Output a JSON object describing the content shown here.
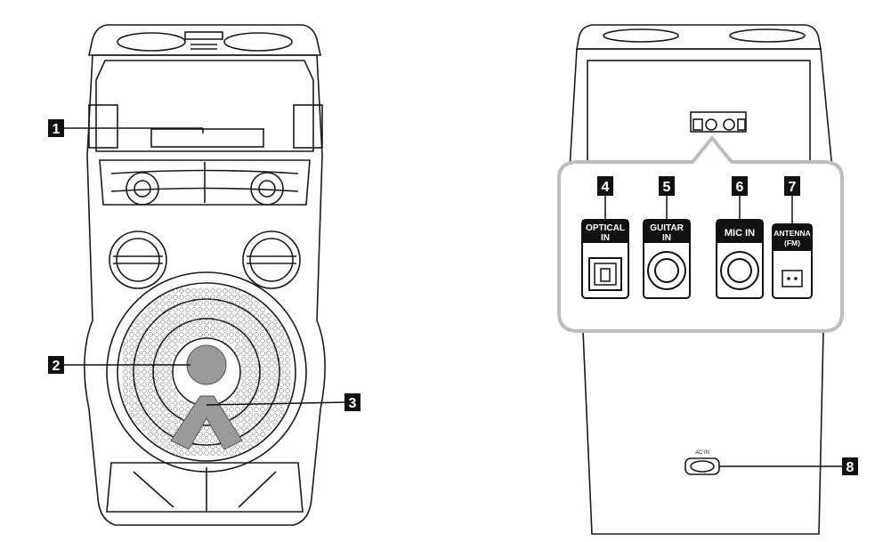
{
  "callouts": {
    "c1": "1",
    "c2": "2",
    "c3": "3",
    "c4": "4",
    "c5": "5",
    "c6": "6",
    "c7": "7",
    "c8": "8"
  },
  "ports": {
    "optical_line1": "OPTICAL",
    "optical_line2": "IN",
    "guitar_line1": "GUITAR",
    "guitar_line2": "IN",
    "mic": "MIC IN",
    "antenna_line1": "ANTENNA",
    "antenna_line2": "(FM)"
  },
  "rear": {
    "ac_in": "AC IN"
  },
  "colors": {
    "outline": "#1a1a1a",
    "callout_bg": "#111111",
    "callout_text": "#ffffff",
    "zoom_frame": "#bdbdbd",
    "highlight_fill": "#9a9a9a"
  }
}
